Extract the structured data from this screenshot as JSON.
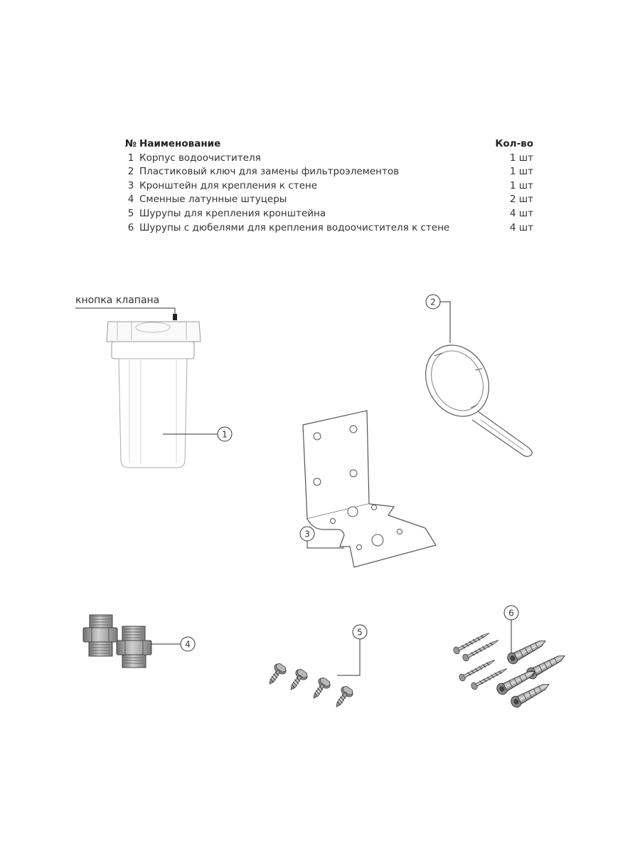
{
  "table": {
    "headers": {
      "num": "№",
      "name": "Наименование",
      "qty": "Кол-во"
    },
    "rows": [
      {
        "num": "1",
        "name": "Корпус водоочистителя",
        "qty": "1 шт"
      },
      {
        "num": "2",
        "name": "Пластиковый ключ для замены фильтроэлементов",
        "qty": "1 шт"
      },
      {
        "num": "3",
        "name": "Кронштейн для крепления к стене",
        "qty": "1 шт"
      },
      {
        "num": "4",
        "name": "Сменные латунные штуцеры",
        "qty": "2 шт"
      },
      {
        "num": "5",
        "name": "Шурупы для крепления кронштейна",
        "qty": "4 шт"
      },
      {
        "num": "6",
        "name": "Шурупы с дюбелями для крепления водоочистителя к стене",
        "qty": "4 шт"
      }
    ]
  },
  "labels": {
    "valve_button": "кнопка клапана"
  },
  "callouts": {
    "c1": "1",
    "c2": "2",
    "c3": "3",
    "c4": "4",
    "c5": "5",
    "c6": "6"
  }
}
